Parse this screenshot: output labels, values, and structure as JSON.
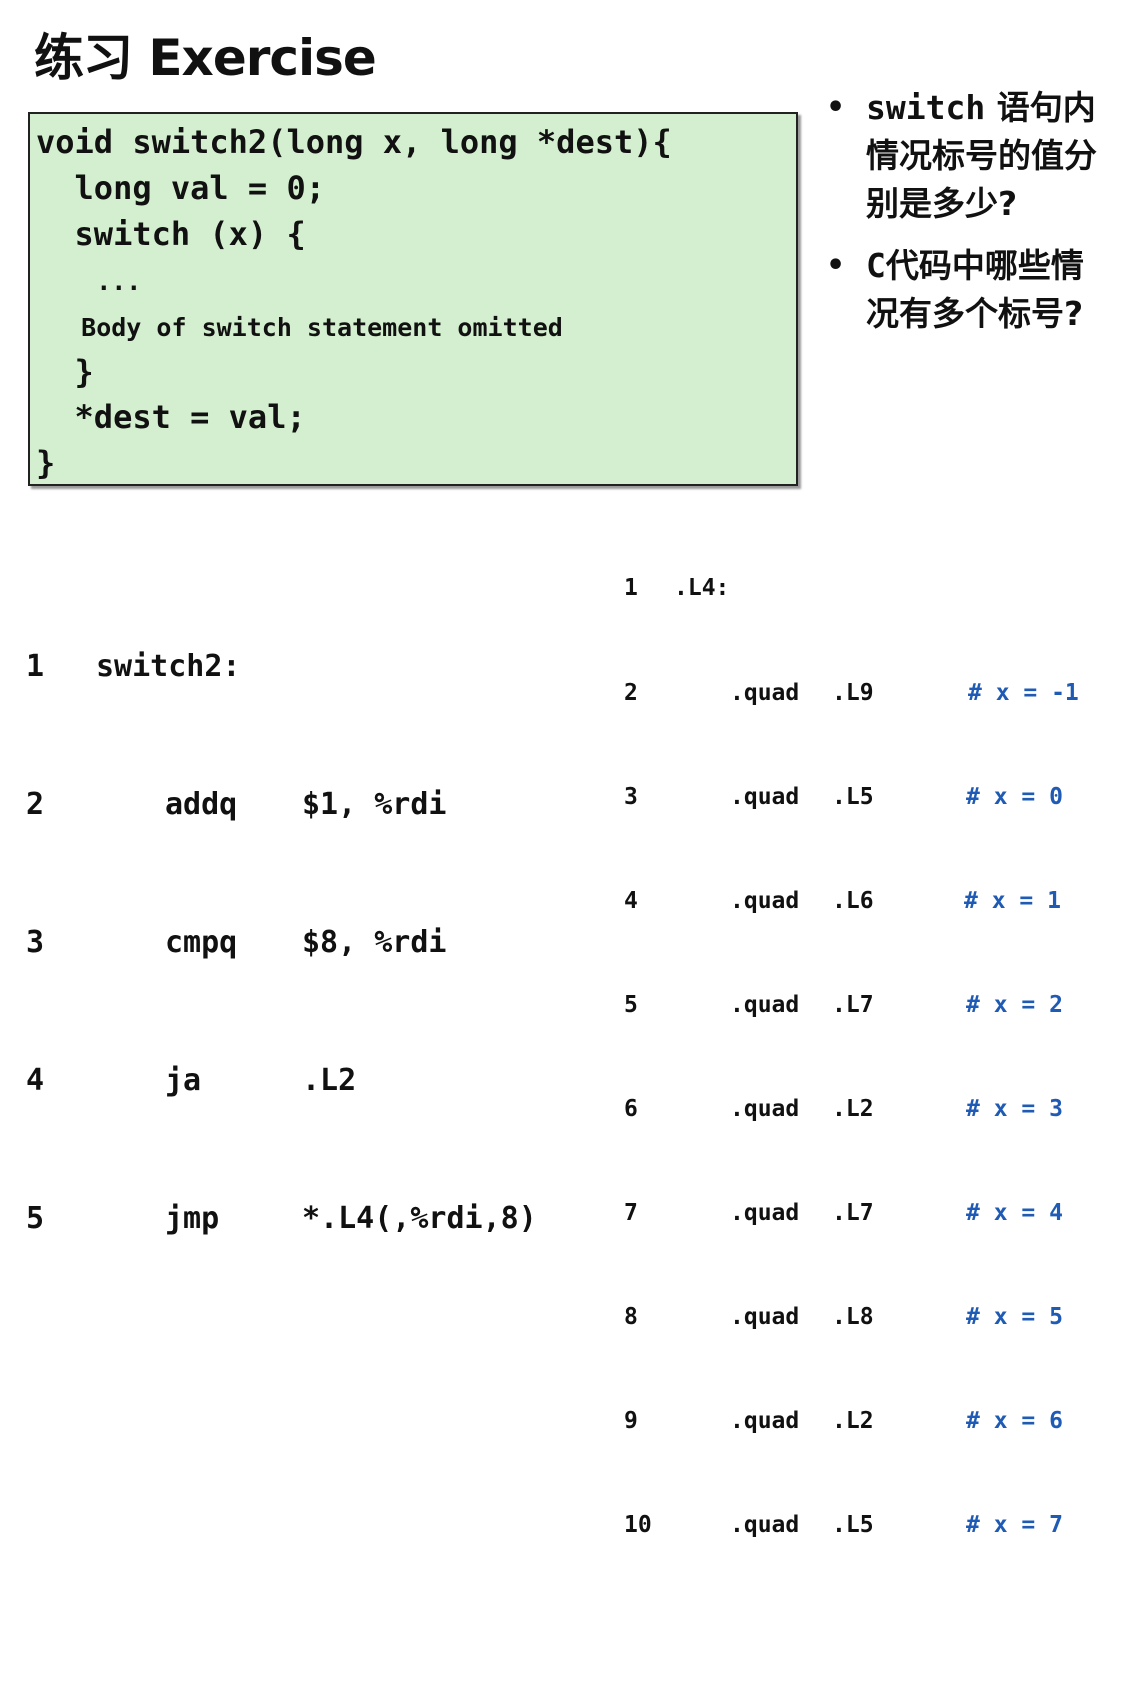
{
  "title": "练习 Exercise",
  "code_box": {
    "lines": [
      "void switch2(long x, long *dest){",
      "  long val = 0;",
      "  switch (x) {",
      "    ...",
      "   Body of switch statement omitted",
      "  }",
      "  *dest = val;",
      "}"
    ]
  },
  "bullets": [
    {
      "mono": "switch",
      "text": " 语句内情况标号的值分别是多少?"
    },
    {
      "mono": "C",
      "text": "代码中哪些情况有多个标号?"
    }
  ],
  "asm_main": [
    {
      "num": "1",
      "label": "switch2:",
      "op": "",
      "args": ""
    },
    {
      "num": "2",
      "label": "",
      "op": "addq",
      "args": "$1, %rdi"
    },
    {
      "num": "3",
      "label": "",
      "op": "cmpq",
      "args": "$8, %rdi"
    },
    {
      "num": "4",
      "label": "",
      "op": "ja",
      "args": ".L2"
    },
    {
      "num": "5",
      "label": "",
      "op": "jmp",
      "args": "*.L4(,%rdi,8)"
    }
  ],
  "jump_table": [
    {
      "num": "1",
      "label": ".L4:",
      "directive": "",
      "target": "",
      "comment": ""
    },
    {
      "num": "2",
      "label": "",
      "directive": ".quad",
      "target": ".L9",
      "comment": "# x = -1"
    },
    {
      "num": "3",
      "label": "",
      "directive": ".quad",
      "target": ".L5",
      "comment": "# x = 0"
    },
    {
      "num": "4",
      "label": "",
      "directive": ".quad",
      "target": ".L6",
      "comment": "# x = 1"
    },
    {
      "num": "5",
      "label": "",
      "directive": ".quad",
      "target": ".L7",
      "comment": "# x = 2"
    },
    {
      "num": "6",
      "label": "",
      "directive": ".quad",
      "target": ".L2",
      "comment": "# x = 3"
    },
    {
      "num": "7",
      "label": "",
      "directive": ".quad",
      "target": ".L7",
      "comment": "# x = 4"
    },
    {
      "num": "8",
      "label": "",
      "directive": ".quad",
      "target": ".L8",
      "comment": "# x = 5"
    },
    {
      "num": "9",
      "label": "",
      "directive": ".quad",
      "target": ".L2",
      "comment": "# x = 6"
    },
    {
      "num": "10",
      "label": "",
      "directive": ".quad",
      "target": ".L5",
      "comment": "# x = 7"
    }
  ],
  "colors": {
    "code_box_bg": "#d4efcf",
    "comment": "#1f5bb5"
  }
}
